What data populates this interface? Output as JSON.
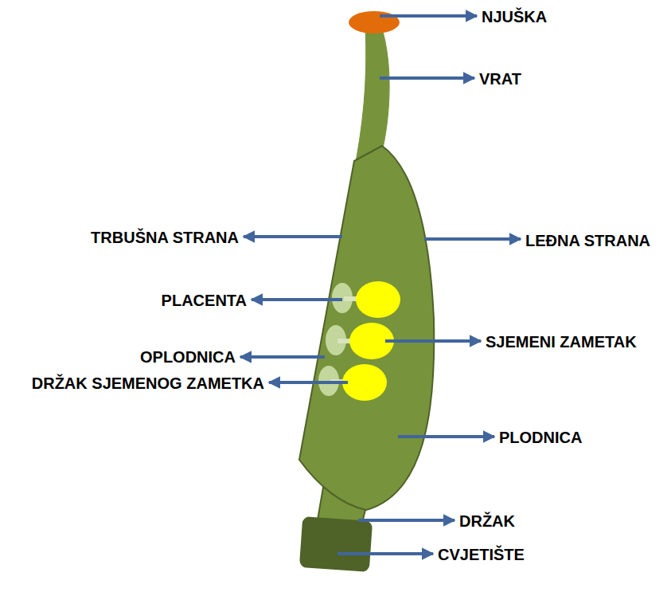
{
  "diagram": {
    "labels": [
      "NJUŠKA",
      "VRAT",
      "TRBUŠNA STRANA",
      "LEĐNA STRANA",
      "PLACENTA",
      "SJEMENI ZAMETAK",
      "OPLODNICA",
      "DRŽAK SJEMENOG ZAMETKA",
      "PLODNICA",
      "DRŽAK",
      "CVJETIŠTE"
    ]
  }
}
